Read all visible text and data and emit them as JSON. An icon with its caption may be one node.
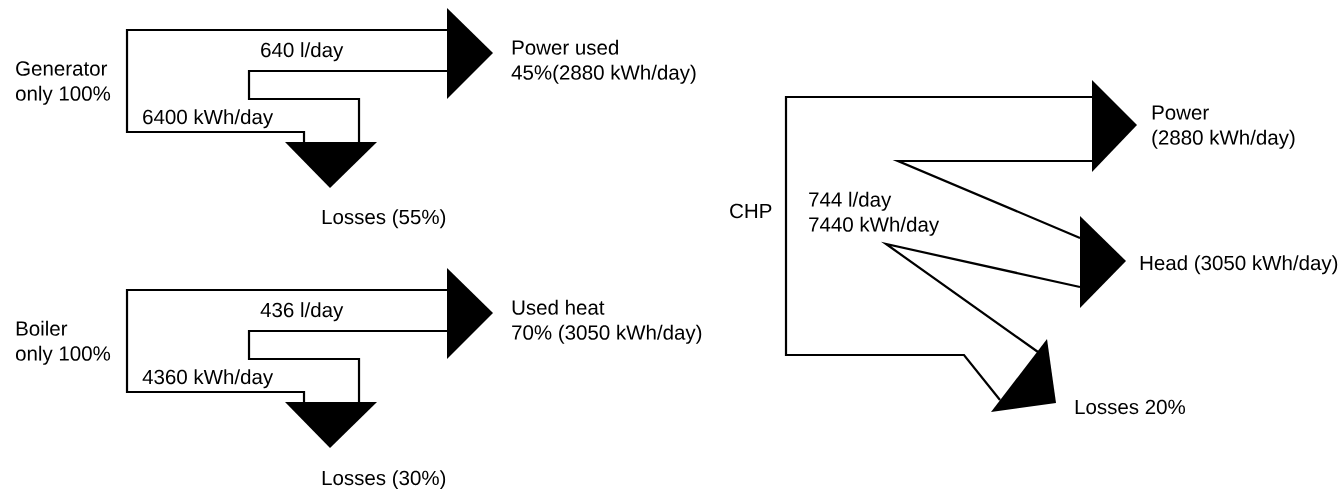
{
  "diagram": {
    "labels": [
      "Generator only 100%",
      "640 l/day",
      "Power used 45%(2880 kWh/day)",
      "6400 kWh/day",
      "Losses (55%)",
      "Boiler only 100%",
      "436 l/day",
      "Used heat 70% (3050 kWh/day)",
      "4360 kWh/day",
      "Losses (30%)",
      "CHP",
      "Power (2880 kWh/day)",
      "744 l/day 7440 kWh/day",
      "Head (3050 kWh/day)",
      "Losses 20%"
    ]
  }
}
